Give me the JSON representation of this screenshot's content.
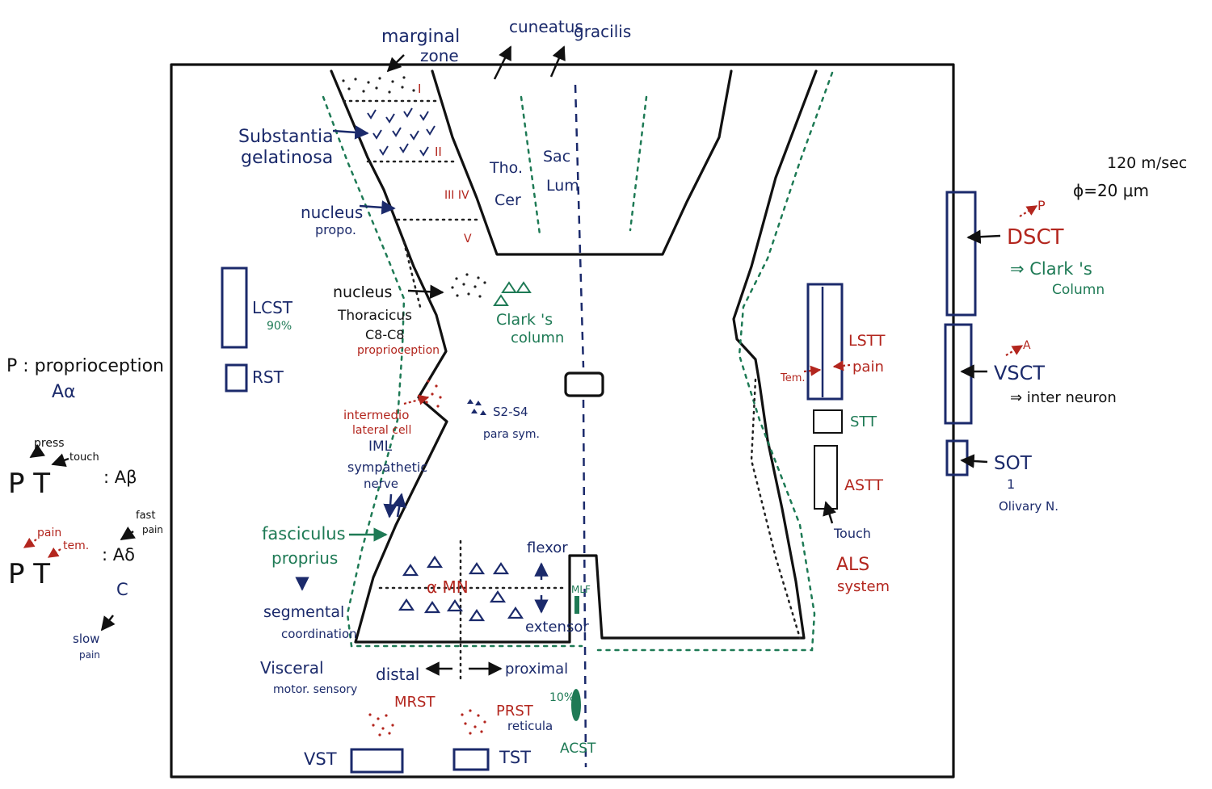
{
  "labels": {
    "marginal_zone_1": "marginal",
    "marginal_zone_2": "zone",
    "cuneatus": "cuneatus",
    "gracilis": "gracilis",
    "lamina_1": "I",
    "lamina_2": "II",
    "lamina_3_4": "III IV",
    "lamina_5": "V",
    "substantia_1": "Substantia",
    "substantia_2": "gelatinosa",
    "nucleus_propo_1": "nucleus",
    "nucleus_propo_2": "propo.",
    "tho": "Tho.",
    "cer": "Cer",
    "sac": "Sac",
    "lum": "Lum",
    "speed": "120 m/sec",
    "diameter": "ϕ=20 μm",
    "dsct_p": "P",
    "dsct": "DSCT",
    "clarks_column_right_1": "⇒ Clark 's",
    "clarks_column_right_2": "Column",
    "vsct_a": "A",
    "vsct": "VSCT",
    "inter_neuron": "⇒ inter neuron",
    "sot": "SOT",
    "sot_1": "1",
    "olivary": "Olivary N.",
    "lcst": "LCST",
    "lcst_pct": "90%",
    "rst": "RST",
    "nucleus_thoracicus_1": "nucleus",
    "nucleus_thoracicus_2": "Thoracicus",
    "nucleus_thoracicus_3": "C8-C8",
    "proprioception_red": "proprioception",
    "clarks_column_mid_1": "Clark 's",
    "clarks_column_mid_2": "column",
    "intermedio_1": "intermedio",
    "intermedio_2": "lateral cell",
    "iml": "IML",
    "sympathetic_1": "sympathetic",
    "sympathetic_2": "nerve",
    "s2s4": "S2-S4",
    "parasym": "para sym.",
    "fasciculus_1": "fasciculus",
    "fasciculus_2": "proprius",
    "segmental_1": "segmental",
    "segmental_2": "coordination",
    "visceral_1": "Visceral",
    "visceral_2": "motor. sensory",
    "alpha_mn": "α MN",
    "flexor": "flexor",
    "extensor": "extensor",
    "mlf": "MLF",
    "distal": "distal",
    "proximal": "proximal",
    "mrst": "MRST",
    "prst": "PRST",
    "reticula": "reticula",
    "pct10": "10%",
    "acst": "ACST",
    "vst": "VST",
    "tst": "TST",
    "lstt": "LSTT",
    "pain_right": "pain",
    "tem_right": "Tem.",
    "stt": "STT",
    "astt": "ASTT",
    "touch_right": "Touch",
    "als_1": "ALS",
    "als_2": "system",
    "p_prop": "P : proprioception",
    "a_alpha": "Aα",
    "press": "press",
    "touch_left": "touch",
    "pt_1": "P T",
    "a_beta": ": Aβ",
    "pain_left": "pain",
    "tem_left": "tem.",
    "pt_2": "P T",
    "fast_1": "fast",
    "fast_2": "pain",
    "a_delta": ": Aδ",
    "c": "C",
    "slow_1": "slow",
    "slow_2": "pain"
  },
  "colors": {
    "navy": "#1b2a6b",
    "red": "#b3261e",
    "green": "#1e7a55",
    "black": "#111111"
  }
}
